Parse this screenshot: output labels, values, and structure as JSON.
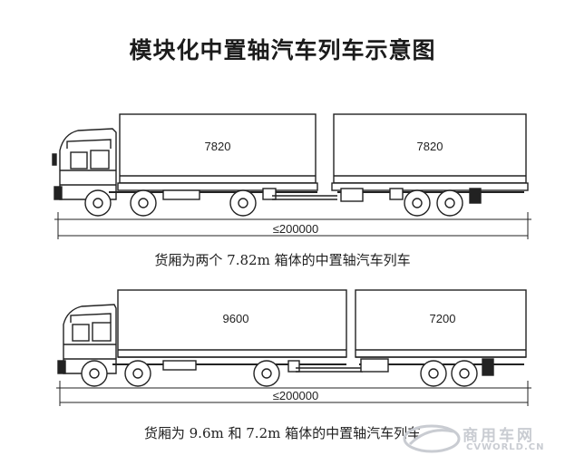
{
  "title": "模块化中置轴汽车列车示意图",
  "top_train": {
    "truck_box_label": "7820",
    "trailer_box_label": "7820",
    "overall_length_label": "≤200000",
    "caption": "货厢为两个 7.82m 箱体的中置轴汽车列车"
  },
  "bottom_train": {
    "truck_box_label": "9600",
    "trailer_box_label": "7200",
    "overall_length_label": "≤200000",
    "caption": "货厢为 9.6m 和 7.2m 箱体的中置轴汽车列车"
  },
  "watermark": {
    "text": "商用车网",
    "sub": "CVWORLD.CN"
  }
}
